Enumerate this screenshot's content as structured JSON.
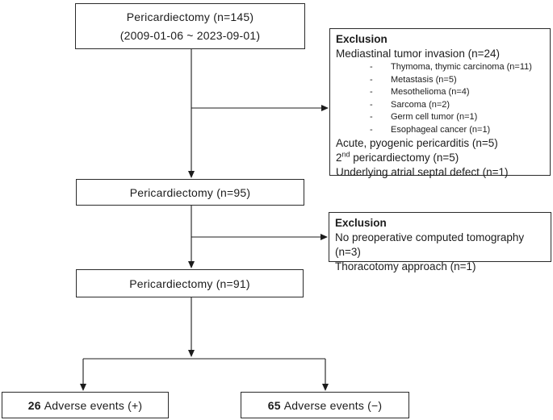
{
  "diagram": {
    "type": "patient-flow-chart",
    "accent_color": "#1c1c1c",
    "background_color": "#ffffff"
  },
  "top_box": {
    "line1": "Pericardiectomy (n=145)",
    "line2": "(2009-01-06 ~ 2023-09-01)"
  },
  "exclusion_box_1": {
    "title": "Exclusion",
    "line1": "Mediastinal tumor invasion (n=24)",
    "bullet": "-",
    "sub_items": [
      "Thymoma, thymic carcinoma (n=11)",
      "Metastasis (n=5)",
      "Mesothelioma (n=4)",
      "Sarcoma (n=2)",
      "Germ cell tumor (n=1)",
      "Esophageal cancer (n=1)"
    ],
    "line2": "Acute, pyogenic pericarditis (n=5)",
    "line3_base": "2",
    "line3_sup": "nd",
    "line3_rest": " pericardiectomy (n=5)",
    "line4": "Underlying atrial septal defect (n=1)"
  },
  "mid_box": {
    "label": "Pericardiectomy (n=95)"
  },
  "exclusion_box_2": {
    "title": "Exclusion",
    "line1": "No preoperative computed tomography (n=3)",
    "line2": "Thoracotomy approach (n=1)"
  },
  "third_box": {
    "label": "Pericardiectomy (n=91)"
  },
  "outcome_left": {
    "count": "26",
    "label": "Adverse events (+)"
  },
  "outcome_right": {
    "count": "65",
    "label": "Adverse events (−)"
  }
}
